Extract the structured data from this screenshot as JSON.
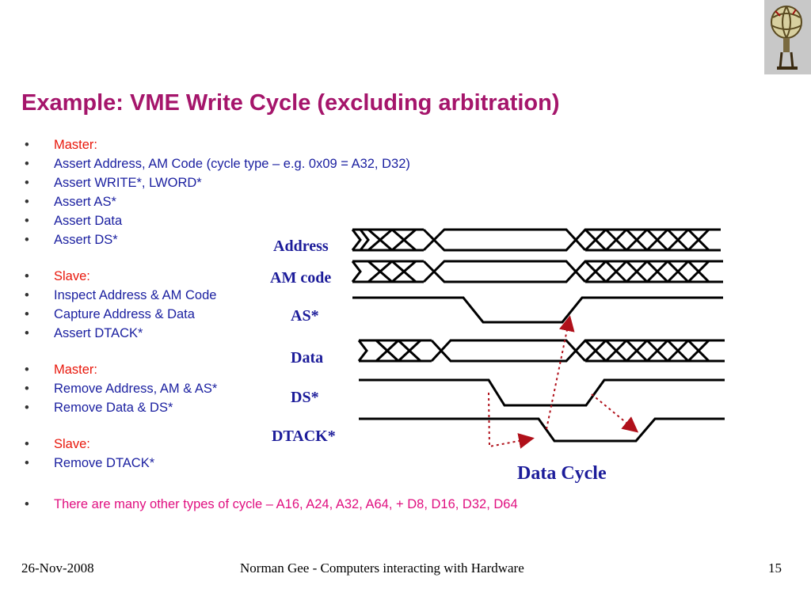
{
  "slide": {
    "title": "Example: VME Write Cycle (excluding arbitration)",
    "bullets": [
      {
        "text": "Master:",
        "color": "red"
      },
      {
        "text": "Assert Address, AM Code (cycle type – e.g. 0x09 = A32, D32)",
        "color": "blue"
      },
      {
        "text": "Assert WRITE*, LWORD*",
        "color": "blue"
      },
      {
        "text": "Assert AS*",
        "color": "blue"
      },
      {
        "text": "Assert Data",
        "color": "blue"
      },
      {
        "text": "Assert DS*",
        "color": "blue"
      },
      {
        "text": "Slave:",
        "color": "red"
      },
      {
        "text": "Inspect Address & AM Code",
        "color": "blue"
      },
      {
        "text": "Capture Address & Data",
        "color": "blue"
      },
      {
        "text": "Assert DTACK*",
        "color": "blue"
      },
      {
        "text": "Master:",
        "color": "red"
      },
      {
        "text": "Remove Address, AM & AS*",
        "color": "blue"
      },
      {
        "text": "Remove Data & DS*",
        "color": "blue"
      },
      {
        "text": "Slave:",
        "color": "red"
      },
      {
        "text": "Remove DTACK*",
        "color": "blue"
      }
    ],
    "note": "There are many  other types of cycle – A16, A24, A32, A64, + D8, D16, D32, D64",
    "bullet_char": "•"
  },
  "diagram": {
    "signals": [
      "Address",
      "AM code",
      "AS*",
      "Data",
      "DS*",
      "DTACK*"
    ],
    "cycle_label": "Data Cycle"
  },
  "footer": {
    "date": "26-Nov-2008",
    "author": "Norman Gee - Computers interacting with Hardware",
    "page": "15"
  },
  "colors": {
    "title": "#a5156b",
    "red": "#e8170b",
    "blue": "#1a1fa0",
    "magenta": "#e01080",
    "diagram_text": "#1c1c9a",
    "arrow": "#b0101a"
  },
  "icons": {
    "logo": "atlas-globe-logo-icon"
  }
}
